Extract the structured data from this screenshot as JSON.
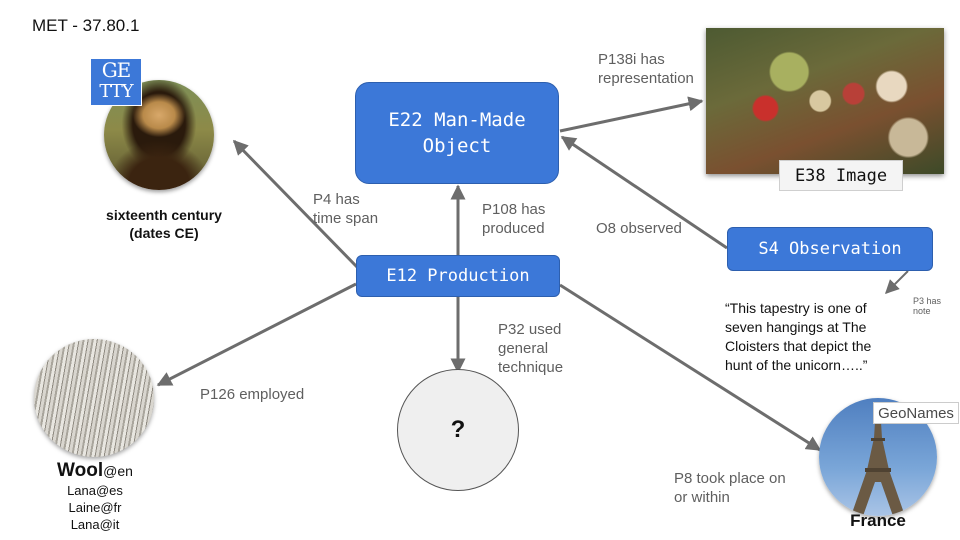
{
  "header": {
    "title": "MET - 37.80.1"
  },
  "nodes": {
    "e22": "E22 Man-Made\nObject",
    "e12": "E12 Production",
    "s4": "S4 Observation",
    "e38": "E38 Image",
    "unknown": "?"
  },
  "edges": {
    "p138i": "P138i has\nrepresentation",
    "p4": "P4 has\ntime span",
    "p108": "P108 has\nproduced",
    "o8": "O8 observed",
    "p32": "P32 used\ngeneral\ntechnique",
    "p126": "P126 employed",
    "p8": "P8 took place on\nor within",
    "p3": "P3 has\nnote"
  },
  "timespan": {
    "label": "sixteenth century\n(dates CE)",
    "logo": "GETTY"
  },
  "note": {
    "text": "“This tapestry is one of\nseven hangings at The\nCloisters that depict the\nhunt of the unicorn…..”"
  },
  "material": {
    "name": "Wool",
    "lang": "@en",
    "translations": [
      "Lana@es",
      "Laine@fr",
      "Lana@it"
    ]
  },
  "place": {
    "name": "France",
    "logo": "GeoNames"
  },
  "colors": {
    "node": "#3c78d8",
    "arrow": "#6d6d6d"
  }
}
